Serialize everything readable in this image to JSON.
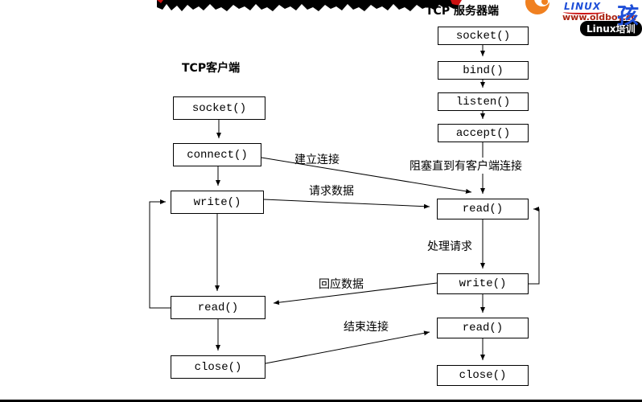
{
  "banner": {
    "server_title": "TCP 服务器端",
    "logo": {
      "brand": "LINUX",
      "site": "www.oldboy.cc",
      "badge": "Linux培训",
      "brand_char": "孩"
    }
  },
  "client": {
    "title": "TCP客户端",
    "nodes": [
      {
        "label": "socket()"
      },
      {
        "label": "connect()"
      },
      {
        "label": "write()"
      },
      {
        "label": "read()"
      },
      {
        "label": "close()"
      }
    ]
  },
  "server": {
    "nodes": [
      {
        "label": "socket()"
      },
      {
        "label": "bind()"
      },
      {
        "label": "listen()"
      },
      {
        "label": "accept()"
      },
      {
        "label": "read()"
      },
      {
        "label": "write()"
      },
      {
        "label": "read()"
      },
      {
        "label": "close()"
      }
    ]
  },
  "edges": {
    "establish": "建立连接",
    "block_note": "阻塞直到有客户端连接",
    "request": "请求数据",
    "process": "处理请求",
    "response": "回应数据",
    "finish": "结束连接"
  },
  "colors": {
    "line": "#000000",
    "banner_bg": "#000000",
    "accent_red": "#cc1111",
    "brand_blue": "#1f4fd8",
    "brand_orange": "#f08020"
  }
}
